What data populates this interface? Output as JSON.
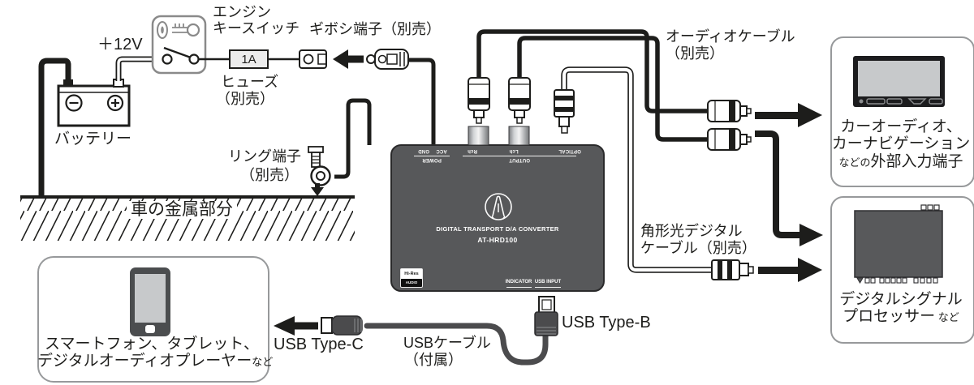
{
  "colors": {
    "ink": "#1d1d1b",
    "device_gray": "#57585a",
    "box_border": "#97999b",
    "screen_gray": "#c7c9cb",
    "head_unit_dark": "#1c1c1e",
    "dsp_gray": "#58595b",
    "cable_gray": "#4b4b4d",
    "fuse_fill": "#ececec"
  },
  "power_chain": {
    "plus12v": "＋12V",
    "switch_label_1": "エンジン",
    "switch_label_2": "キースイッチ",
    "fuse_value": "1A",
    "fuse_label_1": "ヒューズ",
    "fuse_label_2": "（別売）",
    "giboshi_label": "ギボシ端子（別売）",
    "battery_label": "バッテリー",
    "ring_label_1": "リング端子",
    "ring_label_2": "（別売）",
    "ground_label": "車の金属部分"
  },
  "device": {
    "top": {
      "gnd": "GND",
      "acc": "ACC",
      "power": "POWER",
      "rch": "Rch",
      "lch": "Lch",
      "output": "OUTPUT",
      "optical": "OPTICAL"
    },
    "title": "DIGITAL TRANSPORT D/A CONVERTER",
    "model": "AT-HRD100",
    "indicator": "INDICATOR",
    "usb_input": "USB INPUT",
    "hires_line1": "Hi-Res",
    "hires_line2": "AUDIO"
  },
  "audio_out": {
    "cable_label_1": "オーディオケーブル",
    "cable_label_2": "（別売）",
    "target_line1": "カーオーディオ、",
    "target_line2": "カーナビゲーション",
    "target_line3_small": "などの",
    "target_line3_large": "外部入力端子"
  },
  "optical_out": {
    "cable_label_1": "角形光デジタル",
    "cable_label_2": "ケーブル（別売）",
    "target_line1": "デジタルシグナル",
    "target_line2": "プロセッサー",
    "target_line2_small": " など"
  },
  "usb": {
    "type_b": "USB Type-B",
    "type_c": "USB Type-C",
    "cable_label_1": "USBケーブル",
    "cable_label_2": "（付属）",
    "source_line1": "スマートフォン、タブレット、",
    "source_line2": "デジタルオーディオプレーヤー",
    "source_line2_small": "など"
  }
}
